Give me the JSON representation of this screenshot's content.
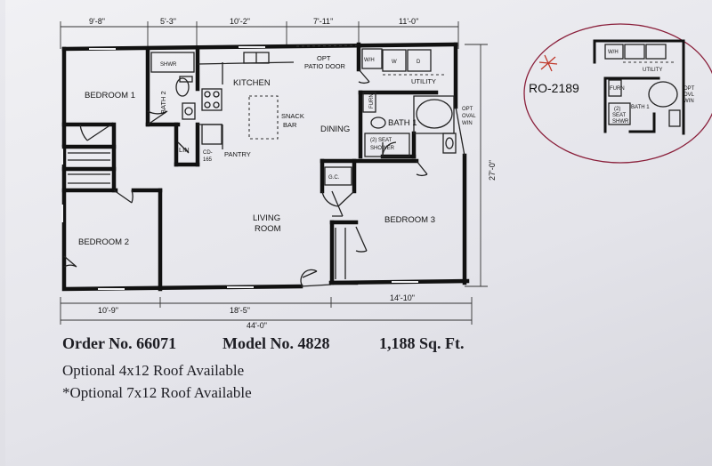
{
  "plan": {
    "dims_top": [
      "9'-8\"",
      "5'-3\"",
      "10'-2\"",
      "7'-11\"",
      "11'-0\""
    ],
    "dims_bottom": [
      "10'-9\"",
      "18'-5\"",
      "14'-10\""
    ],
    "overall_width": "44'-0\"",
    "overall_depth": "27'-0\"",
    "rooms": {
      "bedroom1": "BEDROOM 1",
      "bedroom2": "BEDROOM 2",
      "bedroom3": "BEDROOM 3",
      "bath2": "BATH 2",
      "bath1": "BATH 1",
      "kitchen": "KITCHEN",
      "dining": "DINING",
      "living": "LIVING",
      "room": "ROOM",
      "utility": "UTILITY",
      "pantry": "PANTRY",
      "lin": "LIN",
      "snack1": "SNACK",
      "snack2": "BAR",
      "patio1": "OPT",
      "patio2": "PATIO DOOR",
      "seat1": "(2) SEAT",
      "seat2": "SHOWER",
      "oval1": "OPT",
      "oval2": "OVAL",
      "oval3": "WIN",
      "shwr": "SHWR",
      "furn": "FURN",
      "wh": "W/H",
      "gc": "G.C.",
      "cd1": "CD-",
      "cd2": "165",
      "w": "W",
      "d": "D"
    }
  },
  "inset": {
    "code": "RO-2189",
    "utility": "UTILITY",
    "wh": "W/H",
    "furn": "FURN",
    "bath": "BATH 1",
    "seat1": "(2)",
    "seat2": "SEAT",
    "seat3": "SHWR",
    "oval1": "OPT",
    "oval2": "OVL",
    "oval3": "WIN"
  },
  "caption": {
    "order": "Order No. 66071",
    "model": "Model No. 4828",
    "sqft": "1,188 Sq. Ft.",
    "option1": "Optional 4x12 Roof Available",
    "option2": "*Optional 7x12 Roof Available"
  },
  "colors": {
    "ink": "#111111",
    "annotation_red": "#c0392b",
    "circle_outline": "#8a1f3a"
  }
}
